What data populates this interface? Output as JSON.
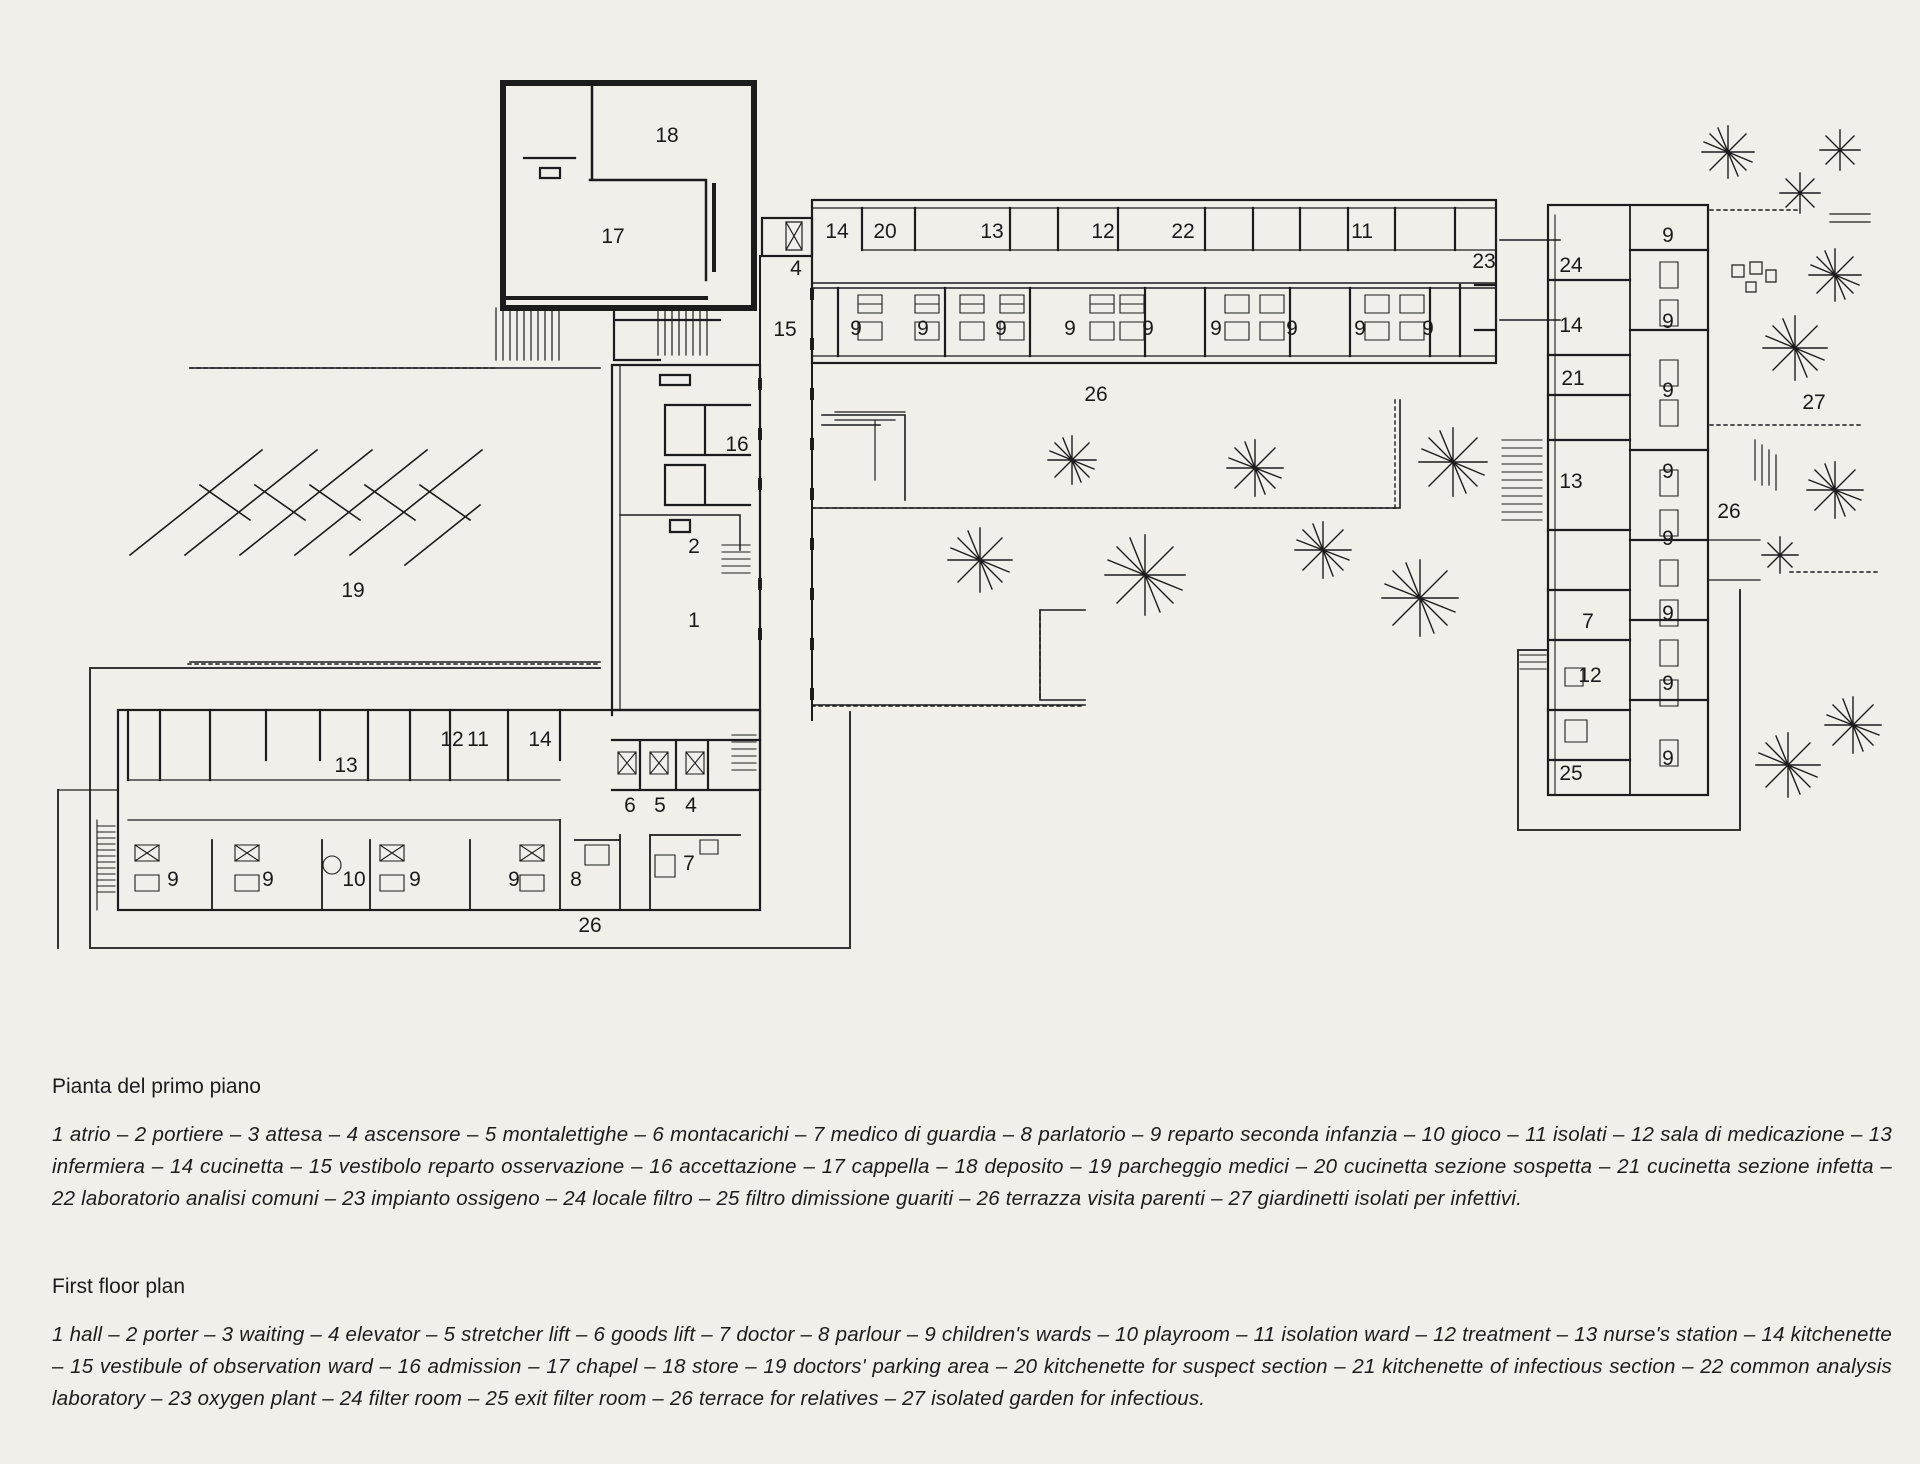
{
  "plan_labels": {
    "chapel": "17",
    "store": "18",
    "elev_top": "4",
    "kitch_top": "14",
    "kitch_suspect": "20",
    "nurse_top": "13",
    "treat_top": "12",
    "lab": "22",
    "iso_top": "11",
    "oxygen": "23",
    "filter": "24",
    "vestibule": "15",
    "terrace_top": "26",
    "admission": "16",
    "porter": "2",
    "hall": "1",
    "parking": "19",
    "ward": "9",
    "nurse_left": "13",
    "treat_left": "12",
    "iso_left": "11",
    "kitch_left": "14",
    "goods": "6",
    "stretcher": "5",
    "elev_bottom": "4",
    "playroom": "10",
    "parlour": "8",
    "doctor": "7",
    "terrace_bottom": "26",
    "kitch_right": "14",
    "kitch_infect": "21",
    "garden": "27",
    "nurse_right": "13",
    "terrace_right": "26",
    "doctor_right": "7",
    "treat_right": "12",
    "exit_filter": "25"
  },
  "legend_it": {
    "title": "Pianta del primo piano",
    "text": "1 atrio – 2 portiere – 3 attesa – 4 ascensore – 5 montalettighe – 6 montacarichi – 7 medico di guardia – 8 parlatorio – 9 reparto seconda infanzia – 10 gioco – 11 isolati – 12 sala di medicazione – 13 infermiera – 14 cucinetta – 15 vestibolo reparto osservazione – 16 accettazione – 17 cappella – 18 deposito – 19 parcheggio medici – 20 cucinetta sezione sospetta – 21 cucinetta sezione infetta – 22 laboratorio analisi comuni – 23 impianto ossigeno – 24 locale filtro – 25 filtro dimissione guariti – 26 terrazza visita parenti – 27 giardinetti isolati per infettivi."
  },
  "legend_en": {
    "title": "First floor plan",
    "text": "1 hall – 2 porter – 3 waiting – 4 elevator – 5 stretcher lift – 6 goods lift – 7 doctor – 8 parlour – 9 children's wards – 10 playroom – 11 isolation ward – 12 treatment – 13 nurse's station – 14 kitchenette – 15 vestibule of observation ward – 16 admission – 17 chapel – 18 store – 19 doctors' parking area – 20 kitchenette for suspect section – 21 kitchenette of infectious section – 22 common analysis laboratory – 23 oxygen plant – 24 filter room – 25 exit filter room – 26 terrace for relatives – 27 isolated garden for infectious."
  }
}
